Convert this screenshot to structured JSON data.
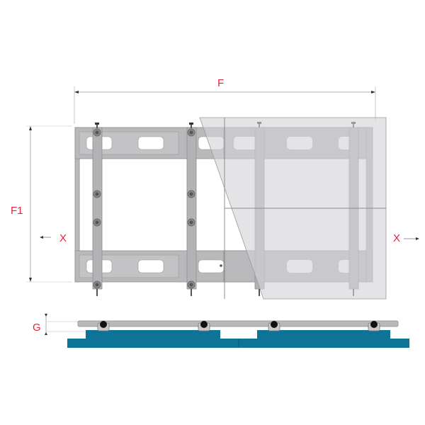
{
  "diagram": {
    "subject": "video wall mount, front view and side profile",
    "labels": {
      "width_dim": "F",
      "height_dim": "F1",
      "left_axis": "X",
      "right_axis": "X",
      "depth_dim": "G"
    },
    "colors": {
      "label_red": "#e8213a",
      "frame_grey": "#b9b9bb",
      "frame_edge": "#8f8f92",
      "screen_overlay": "#d4d4d6",
      "wall_teal": "#0e7497",
      "dim_line": "#b0b0b0"
    }
  }
}
